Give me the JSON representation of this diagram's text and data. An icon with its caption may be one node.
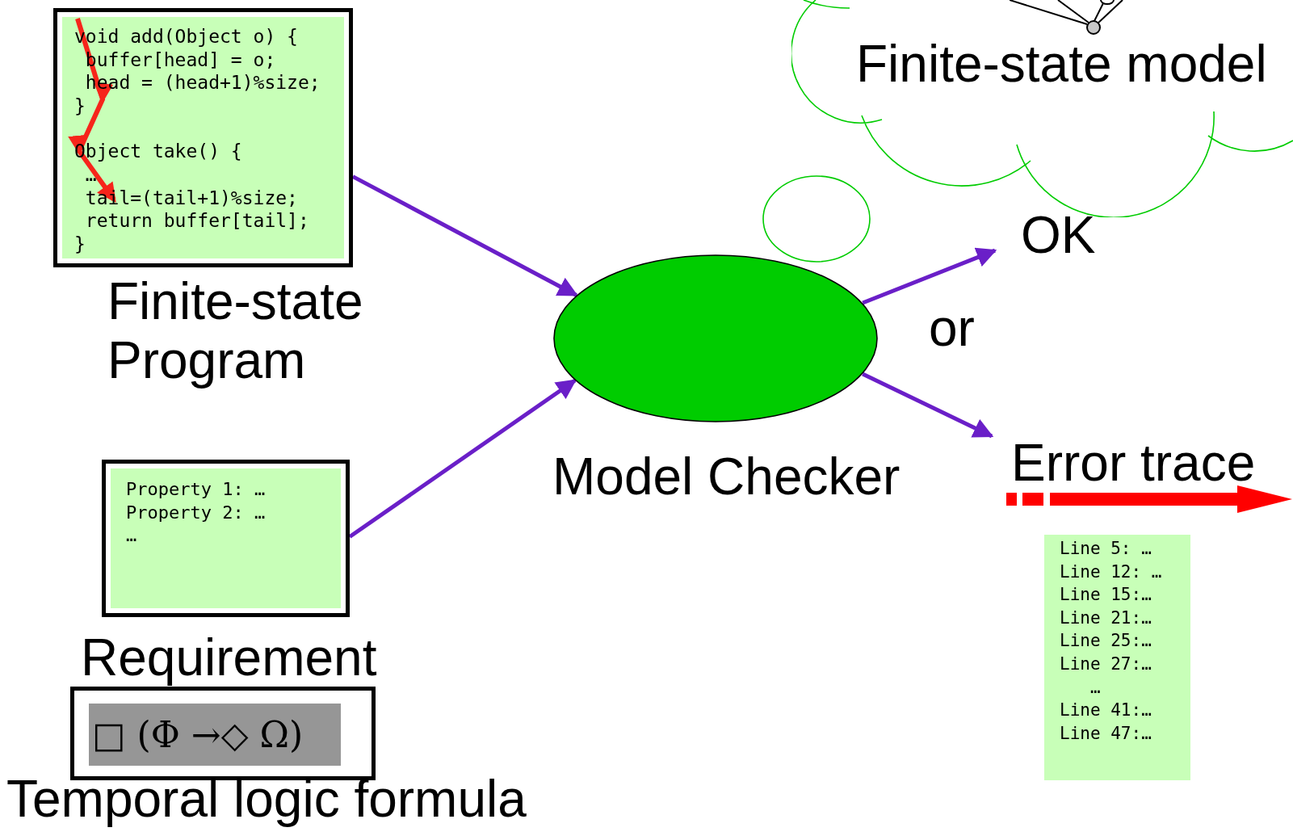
{
  "diagram": {
    "nodes": [
      {
        "text": [
          "void add(Object o) {",
          "buffer[head] = o;",
          "head = (head+1)%size;",
          "}",
          "Object take() {",
          "…",
          "tail=(tail+1)%size;",
          "return buffer[tail];",
          "}"
        ],
        "beside": [
          "Finite-state Program"
        ]
      },
      {
        "text": [
          "Property 1: …",
          "Property 2: …",
          "…"
        ],
        "beside": [
          "Requirement"
        ]
      },
      {
        "text": [
          "□ (Φ →◇ Ω)"
        ],
        "beside": [
          "Temporal logic formula"
        ]
      },
      {
        "text": [],
        "shape": "ellipse",
        "beside": [
          "Model Checker"
        ]
      },
      {
        "text": [],
        "shape": "circle"
      },
      {
        "text": [
          "Finite-state model"
        ]
      },
      {
        "text": [
          "OK"
        ]
      },
      {
        "text": [
          "Error trace"
        ]
      },
      {
        "text": [
          "Line 5: …",
          "Line 12: …",
          "Line 15:…",
          "Line 21:…",
          "Line 25:…",
          "Line 27:…",
          "…",
          "Line 41:…",
          "Line 47:…"
        ]
      }
    ],
    "edges": [
      {
        "from": 0,
        "to": 3,
        "arrow": "to"
      },
      {
        "from": 1,
        "to": 3,
        "arrow": "to"
      },
      {
        "from": 3,
        "to": 6,
        "arrow": "to"
      },
      {
        "from": 3,
        "to": 7,
        "arrow": "to"
      }
    ],
    "labels": [
      "or"
    ]
  }
}
